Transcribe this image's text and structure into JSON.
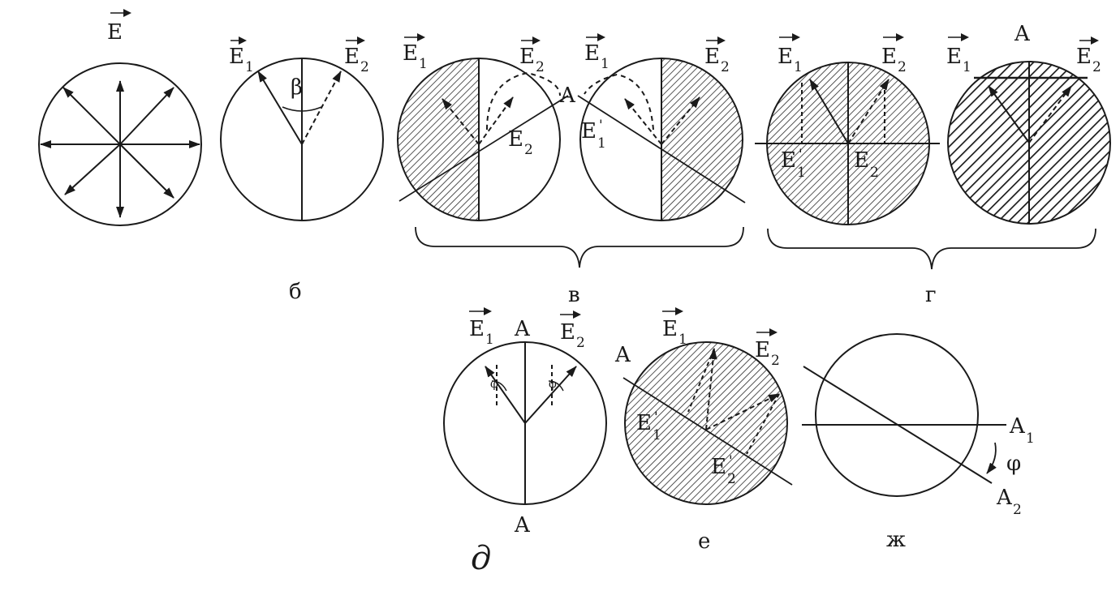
{
  "vectors": {
    "E": "E",
    "E1": "E",
    "E2": "E",
    "sub1": "1",
    "sub2": "2",
    "prime": "'",
    "A": "A",
    "A1": "A",
    "A2": "A",
    "beta": "β",
    "phi": "φ"
  },
  "captions": {
    "b": "б",
    "v": "в",
    "g": "г",
    "d": "д",
    "e": "е",
    "zh": "ж"
  },
  "colors": {
    "ink": "#1a1a1a",
    "hatch": "#2a2a2a",
    "background": "#ffffff"
  }
}
